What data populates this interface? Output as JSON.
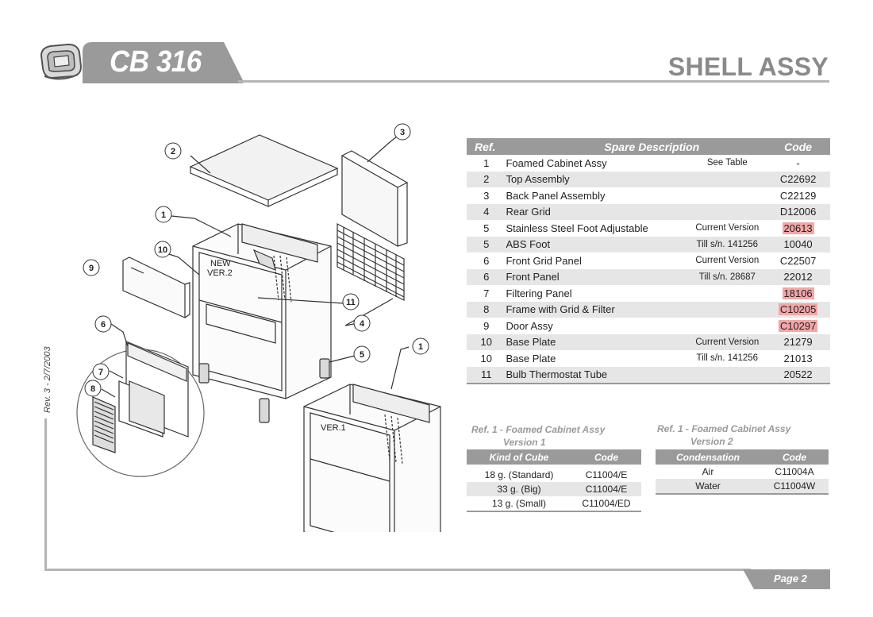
{
  "header": {
    "model": "CB 316",
    "section_title": "SHELL ASSY",
    "revision": "Rev. 3 - 2/7/2003",
    "page_label": "Page 2"
  },
  "diagram": {
    "callouts": [
      "1",
      "2",
      "3",
      "4",
      "5",
      "6",
      "7",
      "8",
      "9",
      "10",
      "11",
      "1"
    ],
    "labels": {
      "new_ver": [
        "NEW",
        "VER.2"
      ],
      "ver1": "VER.1"
    }
  },
  "spare_table": {
    "headers": {
      "ref": "Ref.",
      "description": "Spare Description",
      "code": "Code"
    },
    "rows": [
      {
        "ref": "1",
        "description": "Foamed Cabinet Assy",
        "note": "See Table",
        "code": "-",
        "highlight": false
      },
      {
        "ref": "2",
        "description": "Top Assembly",
        "note": "",
        "code": "C22692",
        "highlight": false
      },
      {
        "ref": "3",
        "description": "Back Panel Assembly",
        "note": "",
        "code": "C22129",
        "highlight": false
      },
      {
        "ref": "4",
        "description": "Rear Grid",
        "note": "",
        "code": "D12006",
        "highlight": false
      },
      {
        "ref": "5",
        "description": "Stainless Steel Foot Adjustable",
        "note": "Current Version",
        "code": "20613",
        "highlight": true
      },
      {
        "ref": "5",
        "description": "ABS Foot",
        "note": "Till s/n. 141256",
        "code": "10040",
        "highlight": false
      },
      {
        "ref": "6",
        "description": "Front Grid Panel",
        "note": "Current Version",
        "code": "C22507",
        "highlight": false
      },
      {
        "ref": "6",
        "description": "Front Panel",
        "note": "Till s/n. 28687",
        "code": "22012",
        "highlight": false
      },
      {
        "ref": "7",
        "description": "Filtering Panel",
        "note": "",
        "code": "18106",
        "highlight": true
      },
      {
        "ref": "8",
        "description": "Frame with Grid & Filter",
        "note": "",
        "code": "C10205",
        "highlight": true
      },
      {
        "ref": "9",
        "description": "Door Assy",
        "note": "",
        "code": "C10297",
        "highlight": true
      },
      {
        "ref": "10",
        "description": "Base Plate",
        "note": "Current Version",
        "code": "21279",
        "highlight": false
      },
      {
        "ref": "10",
        "description": "Base Plate",
        "note": "Till s/n. 141256",
        "code": "21013",
        "highlight": false
      },
      {
        "ref": "11",
        "description": "Bulb Thermostat Tube",
        "note": "",
        "code": "20522",
        "highlight": false
      }
    ]
  },
  "version1_table": {
    "caption_line1": "Ref. 1 - Foamed Cabinet Assy",
    "caption_line2": "Version 1",
    "headers": {
      "kind": "Kind of Cube",
      "code": "Code"
    },
    "rows": [
      {
        "kind": "18 g. (Standard)",
        "code": "C11004/E"
      },
      {
        "kind": "33 g. (Big)",
        "code": "C11004/E"
      },
      {
        "kind": "13 g. (Small)",
        "code": "C11004/ED"
      }
    ]
  },
  "version2_table": {
    "caption_line1": "Ref. 1 - Foamed Cabinet Assy",
    "caption_line2": "Version 2",
    "headers": {
      "condensation": "Condensation",
      "code": "Code"
    },
    "rows": [
      {
        "condensation": "Air",
        "code": "C11004A"
      },
      {
        "condensation": "Water",
        "code": "C11004W"
      }
    ]
  },
  "colors": {
    "band_gray": "#9a9a9a",
    "rule_gray": "#b5b5b5",
    "row_alt": "#e6e6e6",
    "highlight": "#f4a6a6"
  }
}
